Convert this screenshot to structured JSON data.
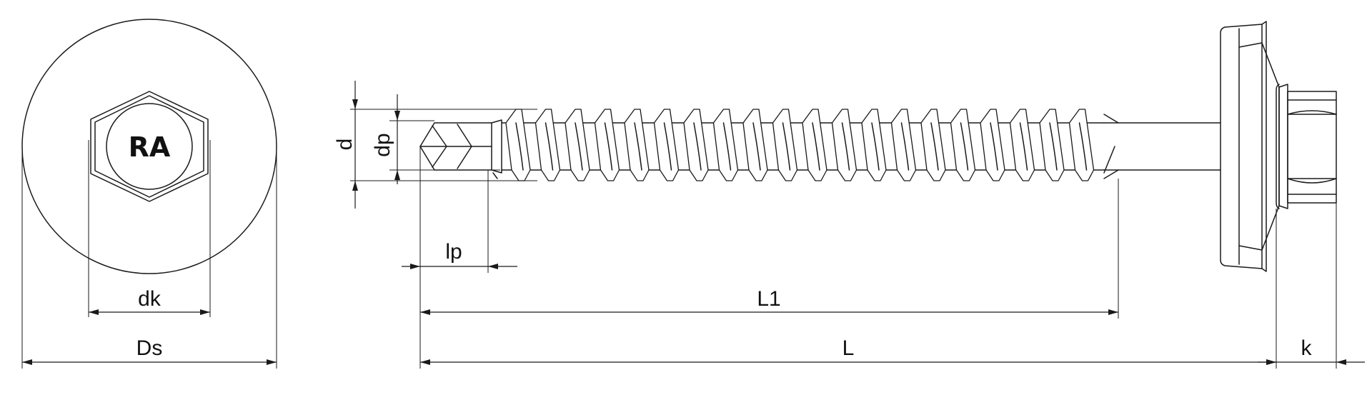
{
  "head_marking": "RA",
  "dimensions": {
    "Ds": "Ds",
    "dk": "dk",
    "d": "d",
    "dp": "dp",
    "lp": "lp",
    "L1": "L1",
    "L": "L",
    "k": "k"
  },
  "colors": {
    "line": "#1a1a1a",
    "background": "#ffffff"
  }
}
